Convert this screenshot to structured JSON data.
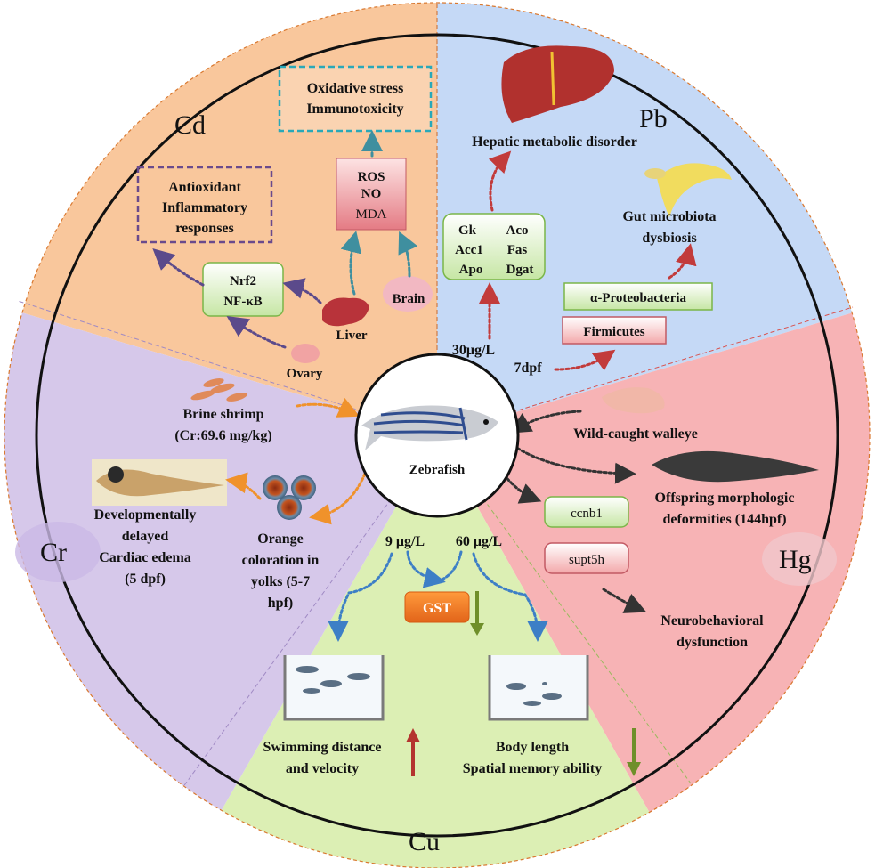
{
  "center": {
    "label": "Zebrafish"
  },
  "sectors": {
    "cd": {
      "name": "Cd",
      "color": "#f9c79c"
    },
    "pb": {
      "name": "Pb",
      "color": "#c5d9f6"
    },
    "hg": {
      "name": "Hg",
      "color": "#f7b3b5"
    },
    "cu": {
      "name": "Cu",
      "color": "#dcefb4"
    },
    "cr": {
      "name": "Cr",
      "color": "#d6c8ea"
    }
  },
  "cd": {
    "box_oxidative": [
      "Oxidative stress",
      "Immunotoxicity"
    ],
    "box_antioxidant": [
      "Antioxidant",
      "Inflammatory",
      "responses"
    ],
    "box_ros": [
      "ROS",
      "NO",
      "MDA"
    ],
    "box_nrf2": [
      "Nrf2",
      "NF-κB"
    ],
    "liver": "Liver",
    "brain": "Brain",
    "ovary": "Ovary"
  },
  "pb": {
    "hepatic": "Hepatic metabolic disorder",
    "genes": [
      "Gk",
      "Aco",
      "Acc1",
      "Fas",
      "Apo",
      "Dgat"
    ],
    "gut": [
      "Gut microbiota",
      "dysbiosis"
    ],
    "proteobacteria": "α-Proteobacteria",
    "firmicutes": "Firmicutes",
    "dose": "30μg/L",
    "time": "7dpf"
  },
  "hg": {
    "walleye": "Wild-caught walleye",
    "offspring": [
      "Offspring morphologic",
      "deformities (144hpf)"
    ],
    "ccnb1": "ccnb1",
    "supt5h": "supt5h",
    "neuro": [
      "Neurobehavioral",
      "dysfunction"
    ]
  },
  "cu": {
    "dose_low": "9 μg/L",
    "dose_high": "60 μg/L",
    "gst": "GST",
    "swim": [
      "Swimming distance",
      "and velocity"
    ],
    "body": [
      "Body length",
      "Spatial memory ability"
    ]
  },
  "cr": {
    "shrimp": [
      "Brine shrimp",
      "(Cr:69.6 mg/kg)"
    ],
    "develop": [
      "Developmentally",
      "delayed",
      "Cardiac edema",
      "(5 dpf)"
    ],
    "orange": [
      "Orange",
      "coloration in",
      "yolks (5-7",
      "hpf)"
    ]
  }
}
